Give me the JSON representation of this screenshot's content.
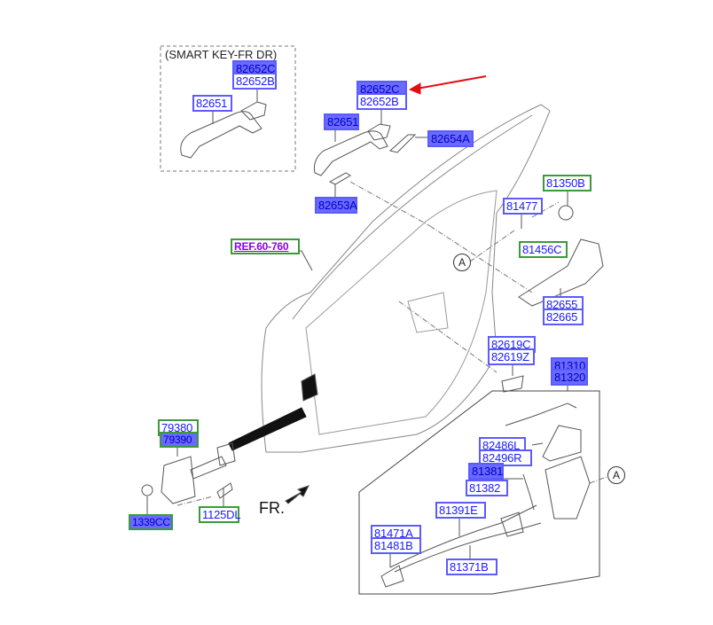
{
  "diagram": {
    "group_caption": "(SMART KEY-FR DR)",
    "ref_label": "REF.60-760",
    "front_indicator": "FR.",
    "callout_marker": "A",
    "colors": {
      "outline_label": "#5b5bff",
      "highlight_fill": "#6a6aff",
      "green_box": "#3c9a3c",
      "ref_text": "#8a00e6",
      "pointer_arrow": "#e01010"
    },
    "labels": {
      "sk_82652C": "82652C",
      "sk_82652B": "82652B",
      "sk_82651": "82651",
      "p_82652C": "82652C",
      "p_82652B": "82652B",
      "p_82651": "82651",
      "p_82654A": "82654A",
      "p_82653A": "82653A",
      "p_81350B": "81350B",
      "p_81477": "81477",
      "p_81456C": "81456C",
      "p_82655": "82655",
      "p_82665": "82665",
      "p_82619C": "82619C",
      "p_82619Z": "82619Z",
      "p_81310": "81310",
      "p_81320": "81320",
      "p_79380": "79380",
      "p_79390": "79390",
      "p_1339CC": "1339CC",
      "p_1125DL": "1125DL",
      "p_82486L": "82486L",
      "p_82496R": "82496R",
      "p_81381": "81381",
      "p_81382": "81382",
      "p_81391E": "81391E",
      "p_81471A": "81471A",
      "p_81481B": "81481B",
      "p_81371B": "81371B"
    }
  }
}
